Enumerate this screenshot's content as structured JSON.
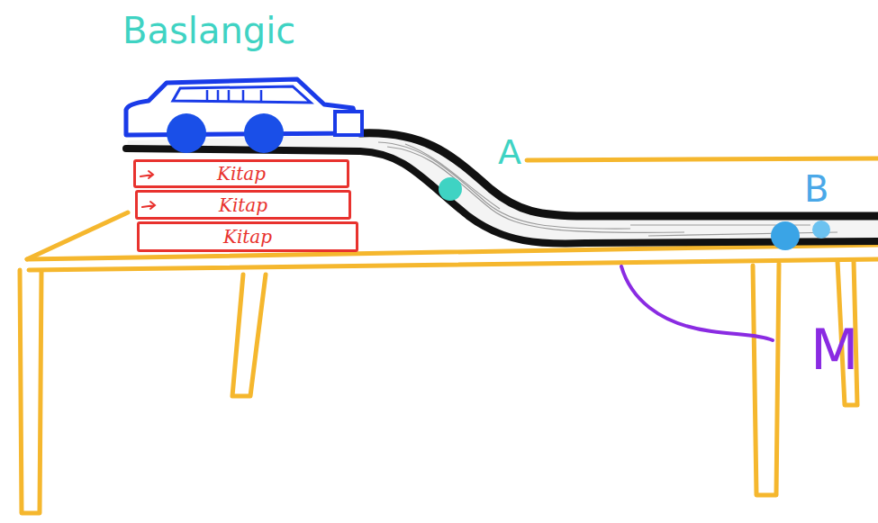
{
  "diagram": {
    "nodes": [
      {
        "text": [
          "Kitap"
        ]
      },
      {
        "text": [
          "Kitap"
        ]
      },
      {
        "text": [
          "Kitap"
        ]
      }
    ],
    "labels": [
      "Baslangic",
      "A",
      "B",
      "M"
    ]
  }
}
